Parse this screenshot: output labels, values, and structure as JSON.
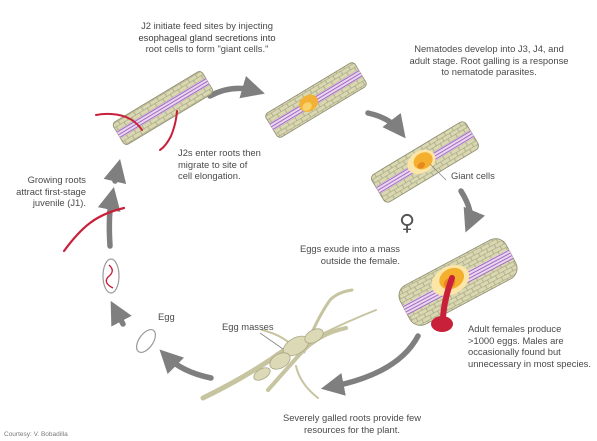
{
  "captions": {
    "j2_feed": [
      "J2 initiate feed sites by injecting",
      "esophageal gland secretions into",
      "root cells to form \"giant cells.\""
    ],
    "develop": [
      "Nematodes develop into J3, J4, and",
      "adult stage. Root galling is a response",
      "to nematode parasites."
    ],
    "giant_cells": "Giant cells",
    "enter_roots": [
      "J2s enter roots then",
      "migrate to site of",
      "cell elongation."
    ],
    "growing_roots": [
      "Growing roots",
      "attract first-stage",
      "juvenile (J1)."
    ],
    "eggs_exude": [
      "Eggs exude into a mass",
      "outside the female."
    ],
    "adult_females": [
      "Adult females produce",
      ">1000 eggs. Males are",
      "occasionally found but",
      "unnecessary in most species."
    ],
    "egg": "Egg",
    "egg_masses": "Egg masses",
    "galled_roots": [
      "Severely galled roots provide few",
      "resources for the plant."
    ],
    "courtesy": "Courtesy: V. Bobadilla",
    "female_symbol": "♀"
  },
  "colors": {
    "arrow": "#7f7f7f",
    "root_cell_fill": "#d9d8b0",
    "root_cell_stroke": "#9a987c",
    "vascular": "#a36cc2",
    "nematode": "#c8203a",
    "giant_cell": "#f4b02c",
    "caption": "#4a4a4a"
  }
}
